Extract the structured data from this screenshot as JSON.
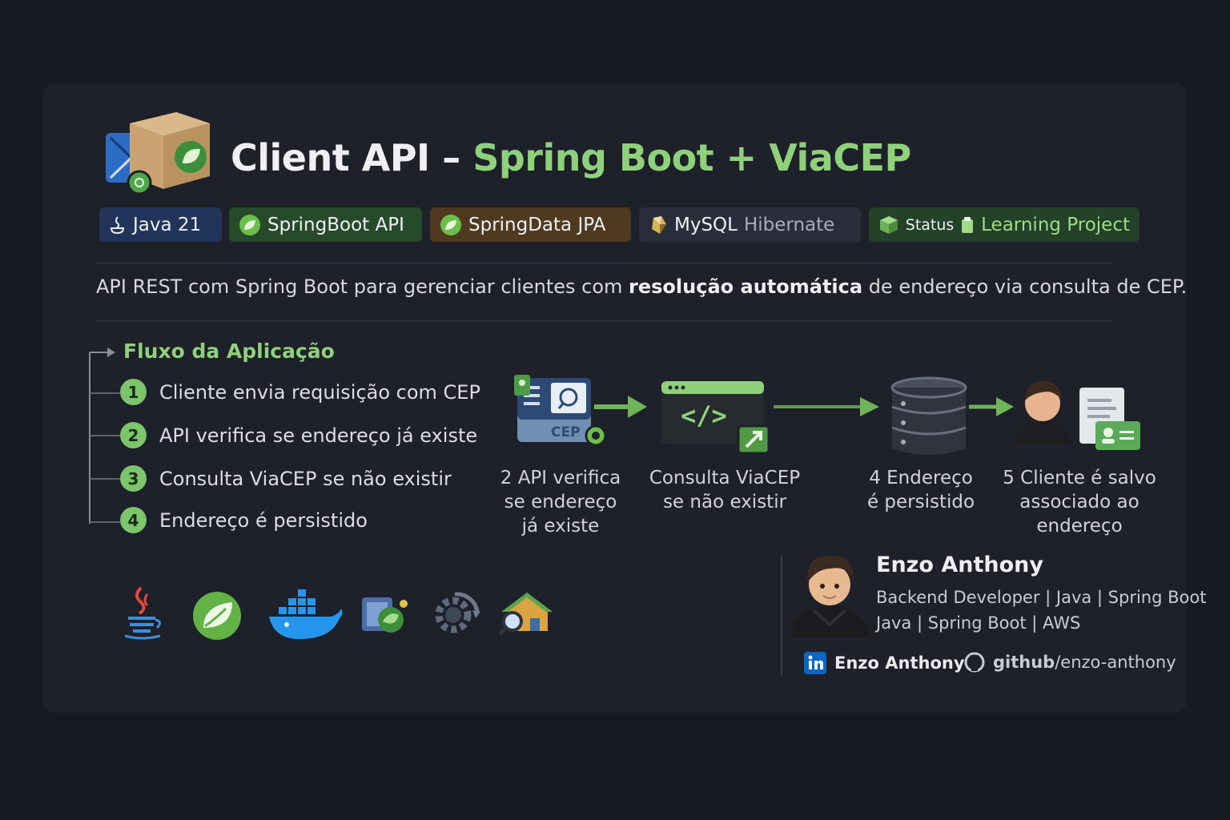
{
  "header": {
    "title_main": "Client API – ",
    "title_accent": "Spring Boot + ViaCEP"
  },
  "badges": [
    {
      "label": "Java 21"
    },
    {
      "label": "SpringBoot API"
    },
    {
      "label": "SpringData  JPA"
    },
    {
      "label": "MySQL",
      "secondary": "Hibernate"
    },
    {
      "prefix": "Status",
      "label": "Learning Project"
    }
  ],
  "description": {
    "before": "API REST com Spring Boot para gerenciar clientes com ",
    "bold": "resolução  automática",
    "after": " de endereço via consulta de CEP."
  },
  "flow": {
    "title": "Fluxo da Aplicação",
    "steps": [
      {
        "number": "1",
        "text": "Cliente envia requisição com CEP"
      },
      {
        "number": "2",
        "text": "API verifica se endereço já existe"
      },
      {
        "number": "3",
        "text": "Consulta ViaCEP se não existir"
      },
      {
        "number": "4",
        "text": "Endereço é persistido"
      }
    ]
  },
  "diagram": {
    "cep_label": "CEP",
    "code_label": "</>",
    "captions": [
      {
        "lines": [
          "2  API verifica",
          "se endereço",
          "já existe"
        ]
      },
      {
        "lines": [
          "Consulta  ViaCEP",
          "se não existir"
        ]
      },
      {
        "lines": [
          "4  Endereço",
          "é persistido"
        ]
      },
      {
        "lines": [
          "5  Cliente é salvo",
          "associado ao",
          "endereço"
        ]
      }
    ]
  },
  "tech_icons": [
    "java-icon",
    "spring-icon",
    "docker-icon",
    "database-plugin-icon",
    "gear-icon",
    "house-search-icon"
  ],
  "author": {
    "name": "Enzo Anthony",
    "role_line1": "Backend Developer | Java | Spring Boot",
    "role_line2": "Java | Spring Boot | AWS",
    "linkedin_label": "Enzo Anthony",
    "github_bold": "github",
    "github_rest": "/enzo-anthony"
  },
  "colors": {
    "background": "#181a23",
    "card": "#1e202a",
    "accent_green": "#8fd17a",
    "badge_java": "#23345a",
    "badge_spring": "#274a2b",
    "badge_data": "#4f3a1f",
    "badge_mysql": "#2a2e3a",
    "badge_status": "#24412a"
  }
}
